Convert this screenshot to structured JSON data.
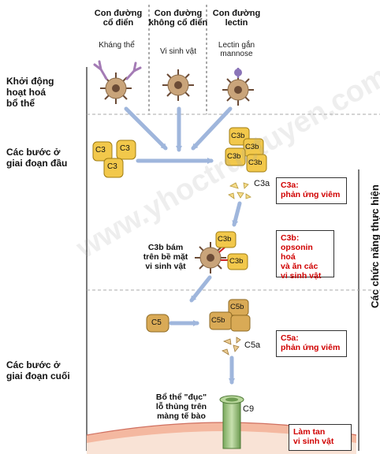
{
  "pathways": {
    "classical": "Con đường\ncổ điển",
    "alternative": "Con đường\nkhông cổ điển",
    "lectin": "Con đường\nlectin"
  },
  "triggers": {
    "antibody": "Kháng thể",
    "microbe": "Vi sinh vật",
    "lectin": "Lectin gắn\nmannose"
  },
  "stages": {
    "initiation": "Khởi động\nhoạt hoá\nbổ thể",
    "early": "Các bước ở\ngiai đoạn đầu",
    "late": "Các bước ở\ngiai đoạn cuối"
  },
  "molecules": {
    "c3": "C3",
    "c3b": "C3b",
    "c3a": "C3a",
    "c5": "C5",
    "c5b": "C5b",
    "c5a": "C5a",
    "c9": "C9"
  },
  "notes": {
    "c3b_bound": "C3b bám\ntrên bề mặt\nvi sinh vật",
    "mac": "Bổ thể \"đục\"\nlỗ thủng trên\nmàng tế bào"
  },
  "functions": {
    "title": "Các chức năng thực hiện",
    "c3a": "C3a:\nphản ứng viêm",
    "c3b": "C3b:\nopsonin hoá\nvà ăn các\nvi sinh vật",
    "c5a": "C5a:\nphản ứng viêm",
    "lysis": "Làm tan\nvi sinh vật"
  },
  "watermark": "www.yhoctructuyen.com",
  "colors": {
    "c3_fill": "#f2c84b",
    "c3_stroke": "#a07d12",
    "c5_fill": "#d9aa56",
    "c5_stroke": "#8e6a24",
    "arrow": "#9fb6dc",
    "antibody": "#a47bb5",
    "lectin": "#8a74b8",
    "microbe_ring": "#c9a47a",
    "microbe_core": "#6b4b36",
    "membrane_out": "#f4b8a0",
    "membrane_in": "#f9e3d6",
    "pore": "#9cc07f",
    "callout_text": "#d00000"
  }
}
